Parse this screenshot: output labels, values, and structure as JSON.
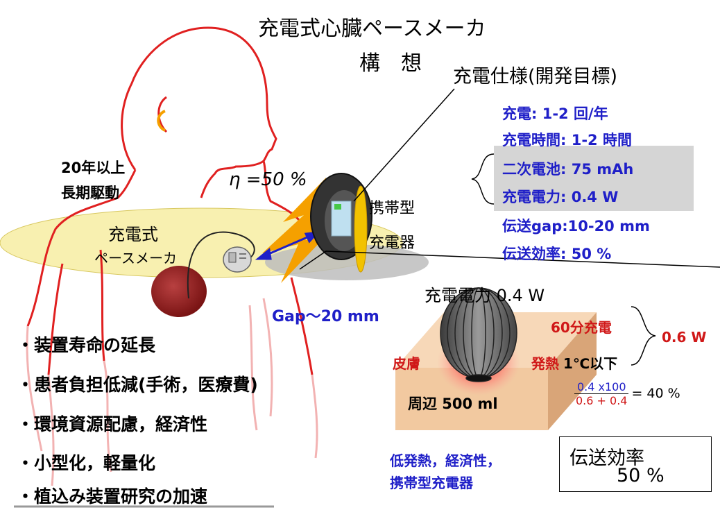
{
  "title": {
    "line1": "充電式心臓ペースメーカ",
    "line2": "構　想"
  },
  "spec": {
    "heading": "充電仕様(開発目標)",
    "items": [
      "充電: 1-2 回/年",
      "充電時間: 1-2 時間",
      "二次電池: 75 mAh",
      "充電電力: 0.4 W",
      "伝送gap:10-20 mm",
      "伝送効率: 50 %"
    ]
  },
  "body_labels": {
    "long_term_1": "20年以上",
    "long_term_2": "長期駆動",
    "eta": "η =50 %",
    "pacemaker_1": "充電式",
    "pacemaker_2": "ペースメーカ",
    "charger_1": "携帯型",
    "charger_2": "充電器",
    "gap": "Gap～20 mm"
  },
  "benefits": [
    "・装置寿命の延長",
    "・患者負担低減(手術，医療費)",
    "・環境資源配慮，経済性",
    "・小型化，軽量化",
    "・植込み装置研究の加速"
  ],
  "thermal": {
    "power": "充電電力 0.4 W",
    "sixty_min": "60分充電",
    "skin": "皮膚",
    "heat": "発熱",
    "heat_value": "1℃以下",
    "total": "0.6 W",
    "surround": "周辺 500 ml",
    "frac_num": "0.4 x100",
    "frac_den": "0.6 + 0.4",
    "frac_result": "= 40 %",
    "features_1": "低発熱，経済性，",
    "features_2": "携帯型充電器"
  },
  "efficiency_box": {
    "label": "伝送効率",
    "value": "50 %"
  },
  "colors": {
    "spec_blue": "#1f1fc8",
    "body_outline": "#e02020",
    "accent_red": "#d01818",
    "arrow_orange": "#f5a000",
    "plane_yellow": "#f8f0b0",
    "heart": "#9a2020",
    "block": "#f2c9a0"
  }
}
